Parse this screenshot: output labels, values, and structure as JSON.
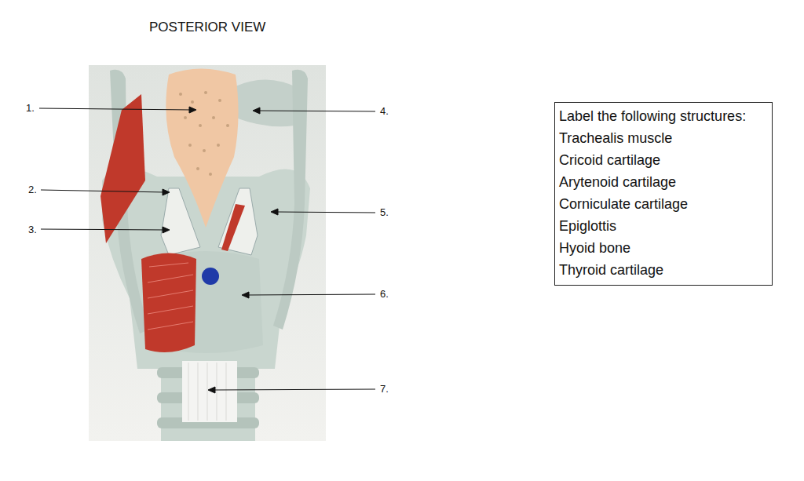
{
  "diagram": {
    "title": "POSTERIOR VIEW",
    "nodes": [
      {
        "text": [
          "Label the following structures:",
          "Trachealis muscle",
          "Cricoid cartilage",
          "Arytenoid cartilage",
          "Corniculate cartilage",
          "Epiglottis",
          "Hyoid bone",
          "Thyroid cartilage"
        ]
      }
    ],
    "labels": [
      "1.",
      "2.",
      "3.",
      "4.",
      "5.",
      "6.",
      "7."
    ]
  }
}
